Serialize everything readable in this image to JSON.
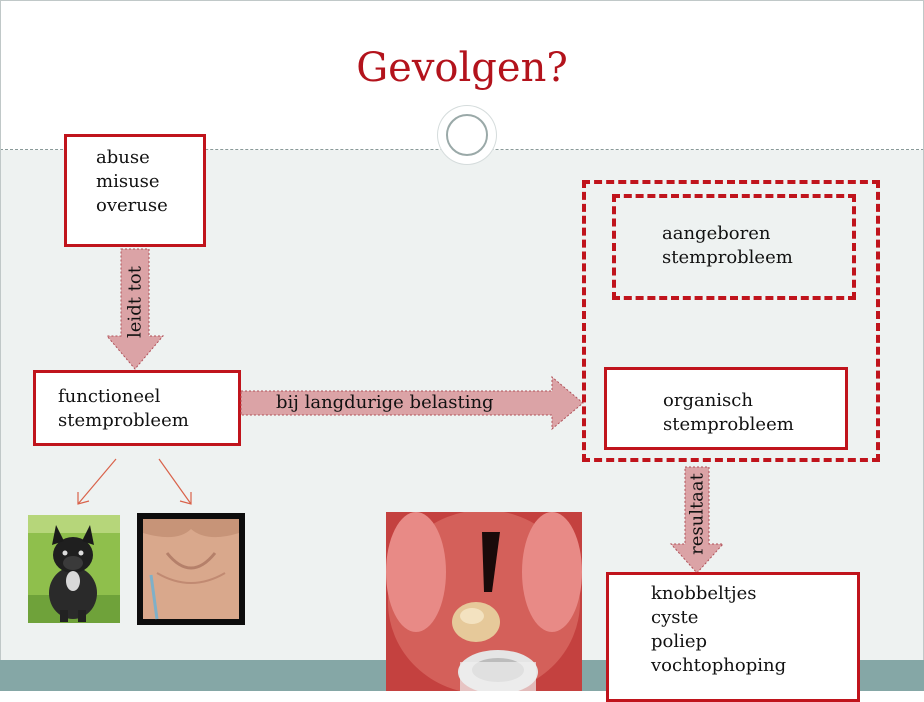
{
  "slide": {
    "title": "Gevolgen?"
  },
  "boxes": {
    "causes": [
      "abuse",
      "misuse",
      "overuse"
    ],
    "functional": [
      "functioneel",
      "stemprobleem"
    ],
    "congenital": [
      "aangeboren",
      "stemprobleem"
    ],
    "organic": [
      "organisch",
      "stemprobleem"
    ],
    "results": [
      "knobbeltjes",
      "cyste",
      "poliep",
      "vochtophoping"
    ]
  },
  "arrows": {
    "leads_to": "leidt tot",
    "prolonged": "bij langdurige belasting",
    "result": "resultaat"
  },
  "colors": {
    "accent": "#c0141c",
    "title": "#b3131c",
    "arrow_fill": "#dba3a6",
    "content_bg": "#eef2f1",
    "footer": "#85a7a6"
  }
}
